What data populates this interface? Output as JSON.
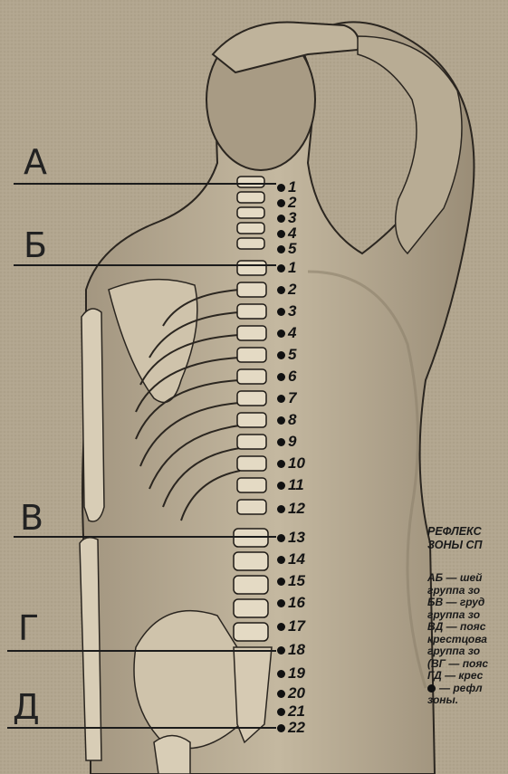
{
  "colors": {
    "paper": "#b2a68f",
    "ink": "#1a1a1a",
    "skin_light": "#c9bda6",
    "skin_dark": "#8c7f69"
  },
  "zone_letters": [
    "А",
    "Б",
    "В",
    "Г",
    "Д"
  ],
  "vertebra_numbers": [
    "1",
    "2",
    "3",
    "4",
    "5",
    "1",
    "2",
    "3",
    "4",
    "5",
    "6",
    "7",
    "8",
    "9",
    "10",
    "11",
    "12",
    "13",
    "14",
    "15",
    "16",
    "17",
    "18",
    "19",
    "20",
    "21",
    "22"
  ],
  "legend": {
    "title_lines": [
      "РЕФЛЕКС",
      "ЗОНЫ СП"
    ],
    "items": [
      "АБ — шей",
      "группа зо",
      "БВ — груд",
      "группа зо",
      "ВД — пояс",
      "крестцова",
      "группа зо",
      "(ВГ — пояс",
      "ГД — крес",
      "— рефл",
      "зоны."
    ]
  }
}
